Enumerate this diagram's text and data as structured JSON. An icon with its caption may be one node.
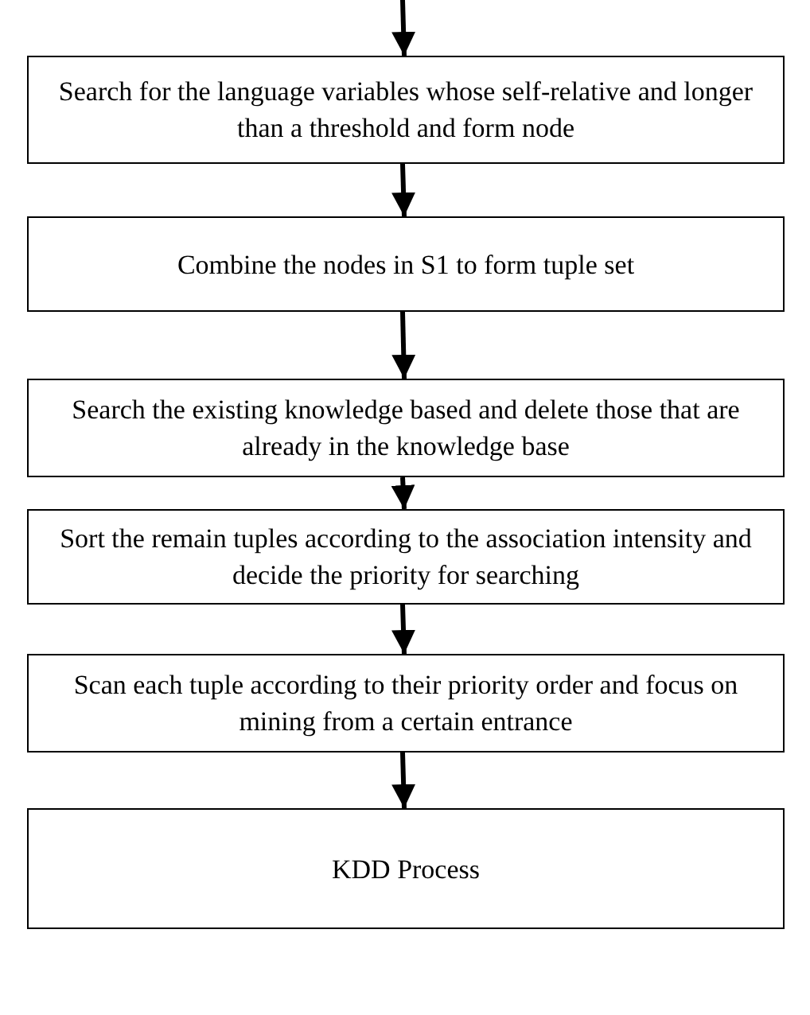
{
  "diagram": {
    "nodes": [
      {
        "text": [
          "Search for the language variables whose self-relative and longer than a threshold and form node"
        ]
      },
      {
        "text": [
          "Combine the nodes in S1 to form tuple set"
        ]
      },
      {
        "text": [
          "Search the existing knowledge based and delete those that are already in the knowledge base"
        ]
      },
      {
        "text": [
          "Sort the remain tuples according to the association intensity and decide the priority for searching"
        ]
      },
      {
        "text": [
          "Scan each tuple according to their priority order and focus on mining from a certain entrance"
        ]
      },
      {
        "text": [
          "KDD Process"
        ]
      }
    ],
    "edges": [
      {
        "from": null,
        "to": 0,
        "arrow": "to"
      },
      {
        "from": 0,
        "to": 1,
        "arrow": "to"
      },
      {
        "from": 1,
        "to": 2,
        "arrow": "to"
      },
      {
        "from": 2,
        "to": 3,
        "arrow": "to"
      },
      {
        "from": 3,
        "to": 4,
        "arrow": "to"
      },
      {
        "from": 4,
        "to": 5,
        "arrow": "to"
      }
    ]
  }
}
